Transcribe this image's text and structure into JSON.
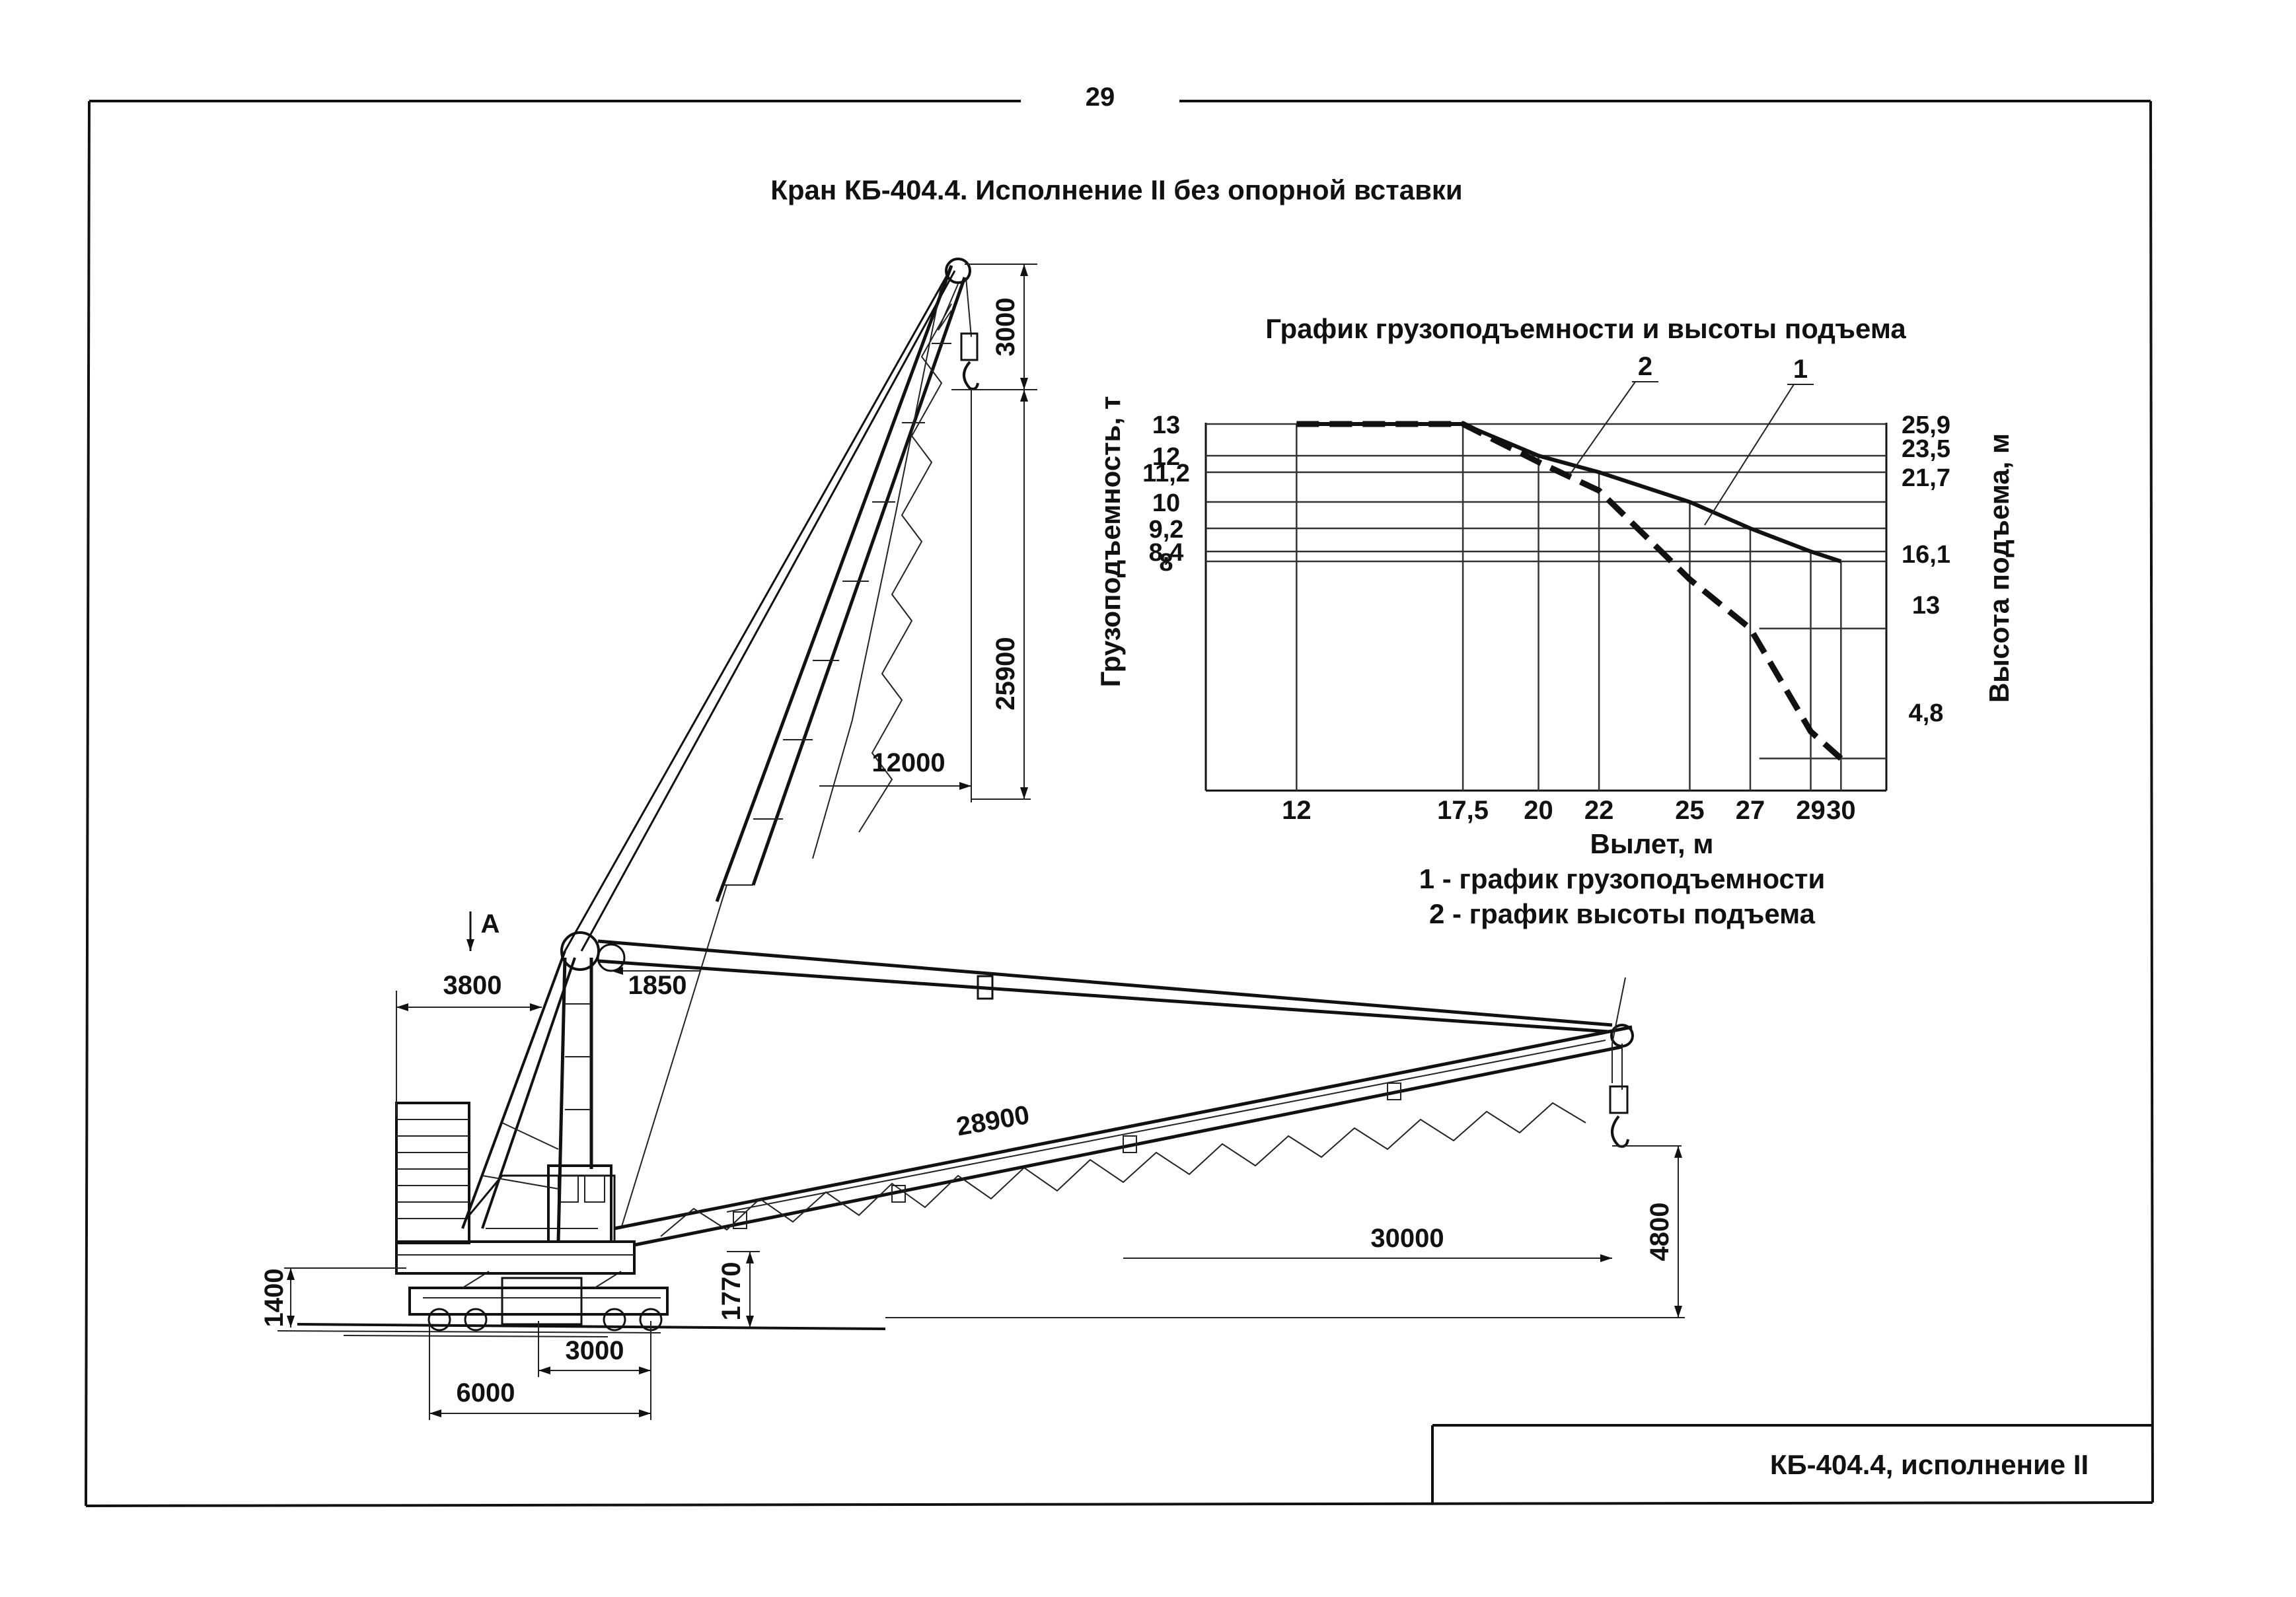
{
  "page_number": "29",
  "title": "Кран КБ-404.4. Исполнение II без опорной вставки",
  "stamp": "КБ-404.4, исполнение II",
  "view_label": "А",
  "dimensions": {
    "top_height": "3000",
    "tower_height": "25900",
    "upper_reach": "12000",
    "tail_radius": "3800",
    "mast_offset": "1850",
    "boom_length": "28900",
    "full_reach": "30000",
    "hook_height": "4800",
    "base_height": "1400",
    "lower_height": "1770",
    "track_gauge": "3000",
    "base_width": "6000"
  },
  "chart": {
    "title": "График грузоподъемности и высоты подъема",
    "xlabel": "Вылет, м",
    "ylabel_left": "Грузоподъемность, т",
    "ylabel_right": "Высота подъема, м",
    "x_ticks": [
      "12",
      "17,5",
      "20",
      "22",
      "25",
      "27",
      "29",
      "30"
    ],
    "y_left_ticks": [
      "13",
      "12",
      "11,2",
      "10",
      "9,2",
      "8,4",
      "8"
    ],
    "y_right_ticks": [
      "25,9",
      "23,5",
      "21,7",
      "16,1",
      "13",
      "4,8"
    ],
    "curve_labels": [
      "1",
      "2"
    ],
    "legend": [
      "1 - график грузоподъемности",
      "2 - график высоты подъема"
    ]
  },
  "chart_data": {
    "type": "line",
    "title": "График грузоподъемности и высоты подъема",
    "xlabel": "Вылет, м",
    "ylabel": "Грузоподъемность, т",
    "y2label": "Высота подъема, м",
    "xlim": [
      9,
      31.5
    ],
    "series": [
      {
        "name": "1 - график грузоподъемности",
        "axis": "left",
        "x": [
          12,
          17.5,
          20,
          22,
          25,
          27,
          29,
          30
        ],
        "y": [
          13,
          13,
          12,
          11.2,
          10,
          9.2,
          8.4,
          8
        ]
      },
      {
        "name": "2 - график высоты подъема",
        "axis": "right",
        "x": [
          12,
          17.5,
          20,
          22,
          25,
          27,
          29,
          30
        ],
        "y": [
          25.9,
          25.9,
          23.5,
          21.7,
          16.1,
          13,
          6.5,
          4.8
        ]
      }
    ],
    "grid": true
  }
}
